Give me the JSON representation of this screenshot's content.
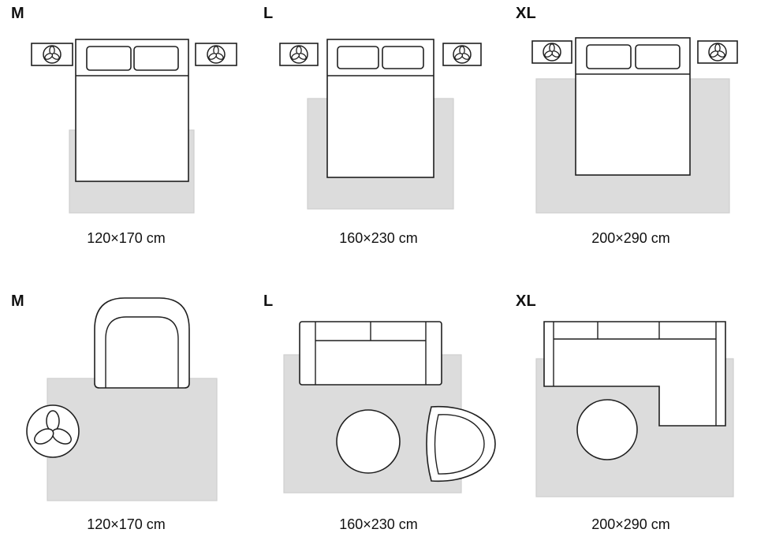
{
  "colors": {
    "outline": "#1f1f1f",
    "rug": "#dcdcdc",
    "rug_edge": "#cfcfcf",
    "text": "#111111"
  },
  "icons": {
    "nightstand_plant": "plant-icon",
    "floor_plant": "plant-icon"
  },
  "panels": [
    {
      "id": "bedroom-m",
      "scene": "bedroom",
      "size_label": "M",
      "dimension": "120×170 cm"
    },
    {
      "id": "bedroom-l",
      "scene": "bedroom",
      "size_label": "L",
      "dimension": "160×230 cm"
    },
    {
      "id": "bedroom-xl",
      "scene": "bedroom",
      "size_label": "XL",
      "dimension": "200×290 cm"
    },
    {
      "id": "livingroom-m",
      "scene": "living-room",
      "size_label": "M",
      "dimension": "120×170 cm"
    },
    {
      "id": "livingroom-l",
      "scene": "living-room",
      "size_label": "L",
      "dimension": "160×230 cm"
    },
    {
      "id": "livingroom-xl",
      "scene": "living-room",
      "size_label": "XL",
      "dimension": "200×290 cm"
    }
  ]
}
